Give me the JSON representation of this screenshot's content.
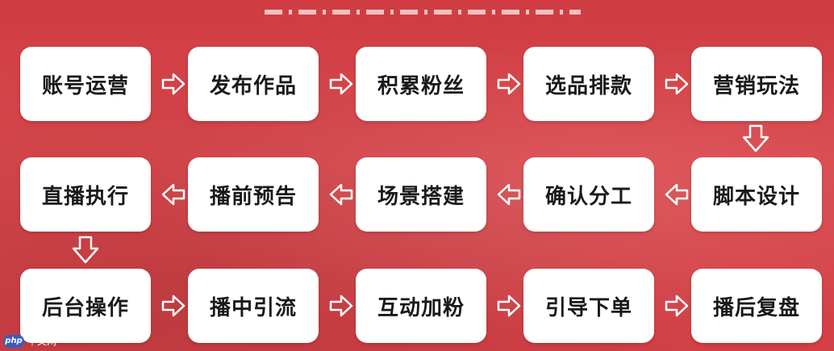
{
  "steps": {
    "s1": "账号运营",
    "s2": "发布作品",
    "s3": "积累粉丝",
    "s4": "选品排款",
    "s5": "营销玩法",
    "s6": "脚本设计",
    "s7": "确认分工",
    "s8": "场景搭建",
    "s9": "播前预告",
    "s10": "直播执行",
    "s11": "后台操作",
    "s12": "播中引流",
    "s13": "互动加粉",
    "s14": "引导下单",
    "s15": "播后复盘"
  },
  "watermark": {
    "logo": "php",
    "text": "中文网"
  },
  "colors": {
    "background": "#d8454a",
    "node": "#ffffff",
    "arrow_stroke": "#ffffff"
  }
}
